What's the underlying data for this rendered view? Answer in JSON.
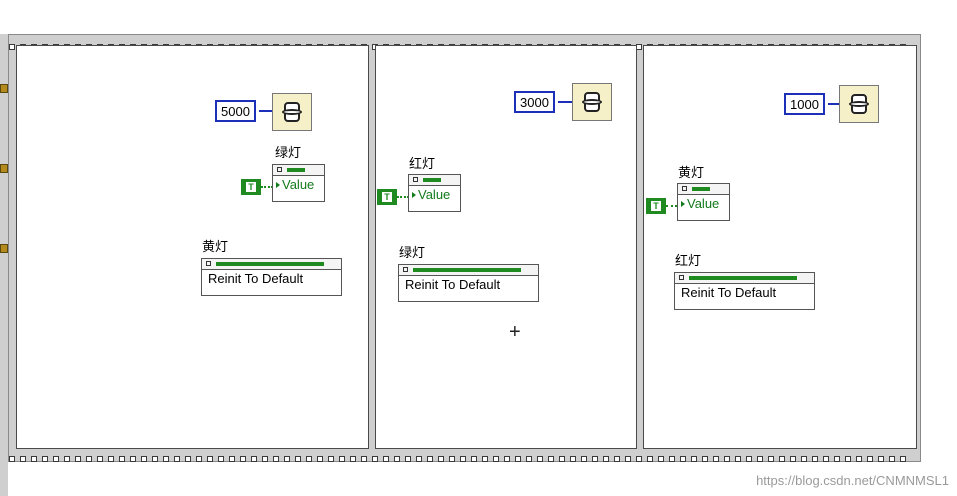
{
  "frames": [
    {
      "wait_ms": "5000",
      "value_node_label": "绿灯",
      "value_node_prop": "Value",
      "bool_const": "T",
      "reinit_node_label": "黄灯",
      "reinit_node_method": "Reinit To Default"
    },
    {
      "wait_ms": "3000",
      "value_node_label": "红灯",
      "value_node_prop": "Value",
      "bool_const": "T",
      "reinit_node_label": "绿灯",
      "reinit_node_method": "Reinit To Default"
    },
    {
      "wait_ms": "1000",
      "value_node_label": "黄灯",
      "value_node_prop": "Value",
      "bool_const": "T",
      "reinit_node_label": "红灯",
      "reinit_node_method": "Reinit To Default"
    }
  ],
  "cursor_glyph": "+",
  "watermark": "https://blog.csdn.net/CNMNMSL1",
  "colors": {
    "numeric_constant": "#1c2fb8",
    "boolean": "#1f8a20",
    "wait_node": "#f6f0c8",
    "structure": "#cfcfcf"
  },
  "icons": {
    "wait": "wait-ms-clock-icon",
    "tunnel": "tunnel-icon"
  }
}
